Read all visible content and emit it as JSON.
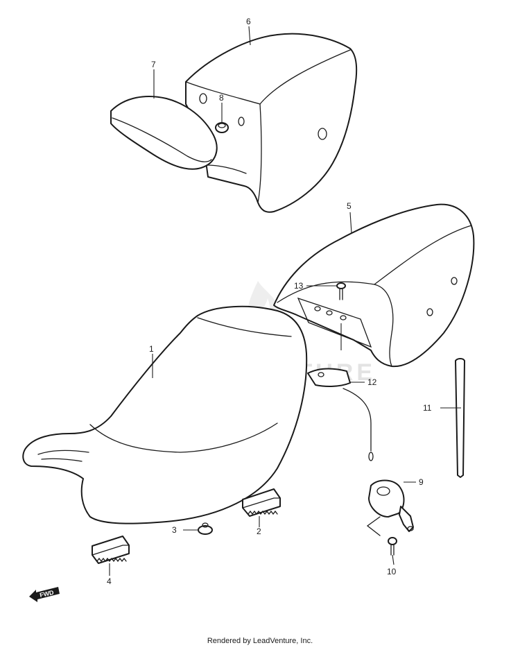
{
  "watermark": {
    "brand": "LEADVENTURE"
  },
  "fwd_label": "FWD",
  "callouts": [
    "1",
    "2",
    "3",
    "4",
    "5",
    "6",
    "7",
    "8",
    "9",
    "10",
    "11",
    "12",
    "13"
  ],
  "footer": "Rendered by LeadVenture, Inc."
}
